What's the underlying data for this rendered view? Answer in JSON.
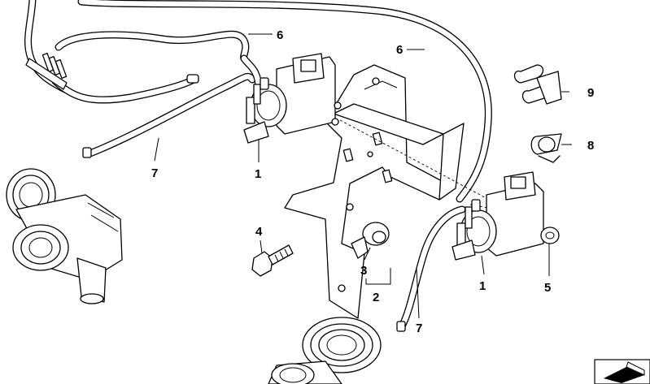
{
  "callouts": [
    {
      "id": "c1a",
      "text": "1"
    },
    {
      "id": "c1b",
      "text": "1"
    },
    {
      "id": "c2",
      "text": "2"
    },
    {
      "id": "c3",
      "text": "3"
    },
    {
      "id": "c4",
      "text": "4"
    },
    {
      "id": "c5",
      "text": "5"
    },
    {
      "id": "c6a",
      "text": "6"
    },
    {
      "id": "c6b",
      "text": "6"
    },
    {
      "id": "c7a",
      "text": "7"
    },
    {
      "id": "c7b",
      "text": "7"
    },
    {
      "id": "c8",
      "text": "8"
    },
    {
      "id": "c9",
      "text": "9"
    }
  ],
  "icons": {
    "corner": "part-sheet-marker-icon",
    "egr_valve": "egr-valve-icon",
    "pressure_converter": "pressure-converter-icon",
    "bracket": "mounting-bracket-icon"
  }
}
